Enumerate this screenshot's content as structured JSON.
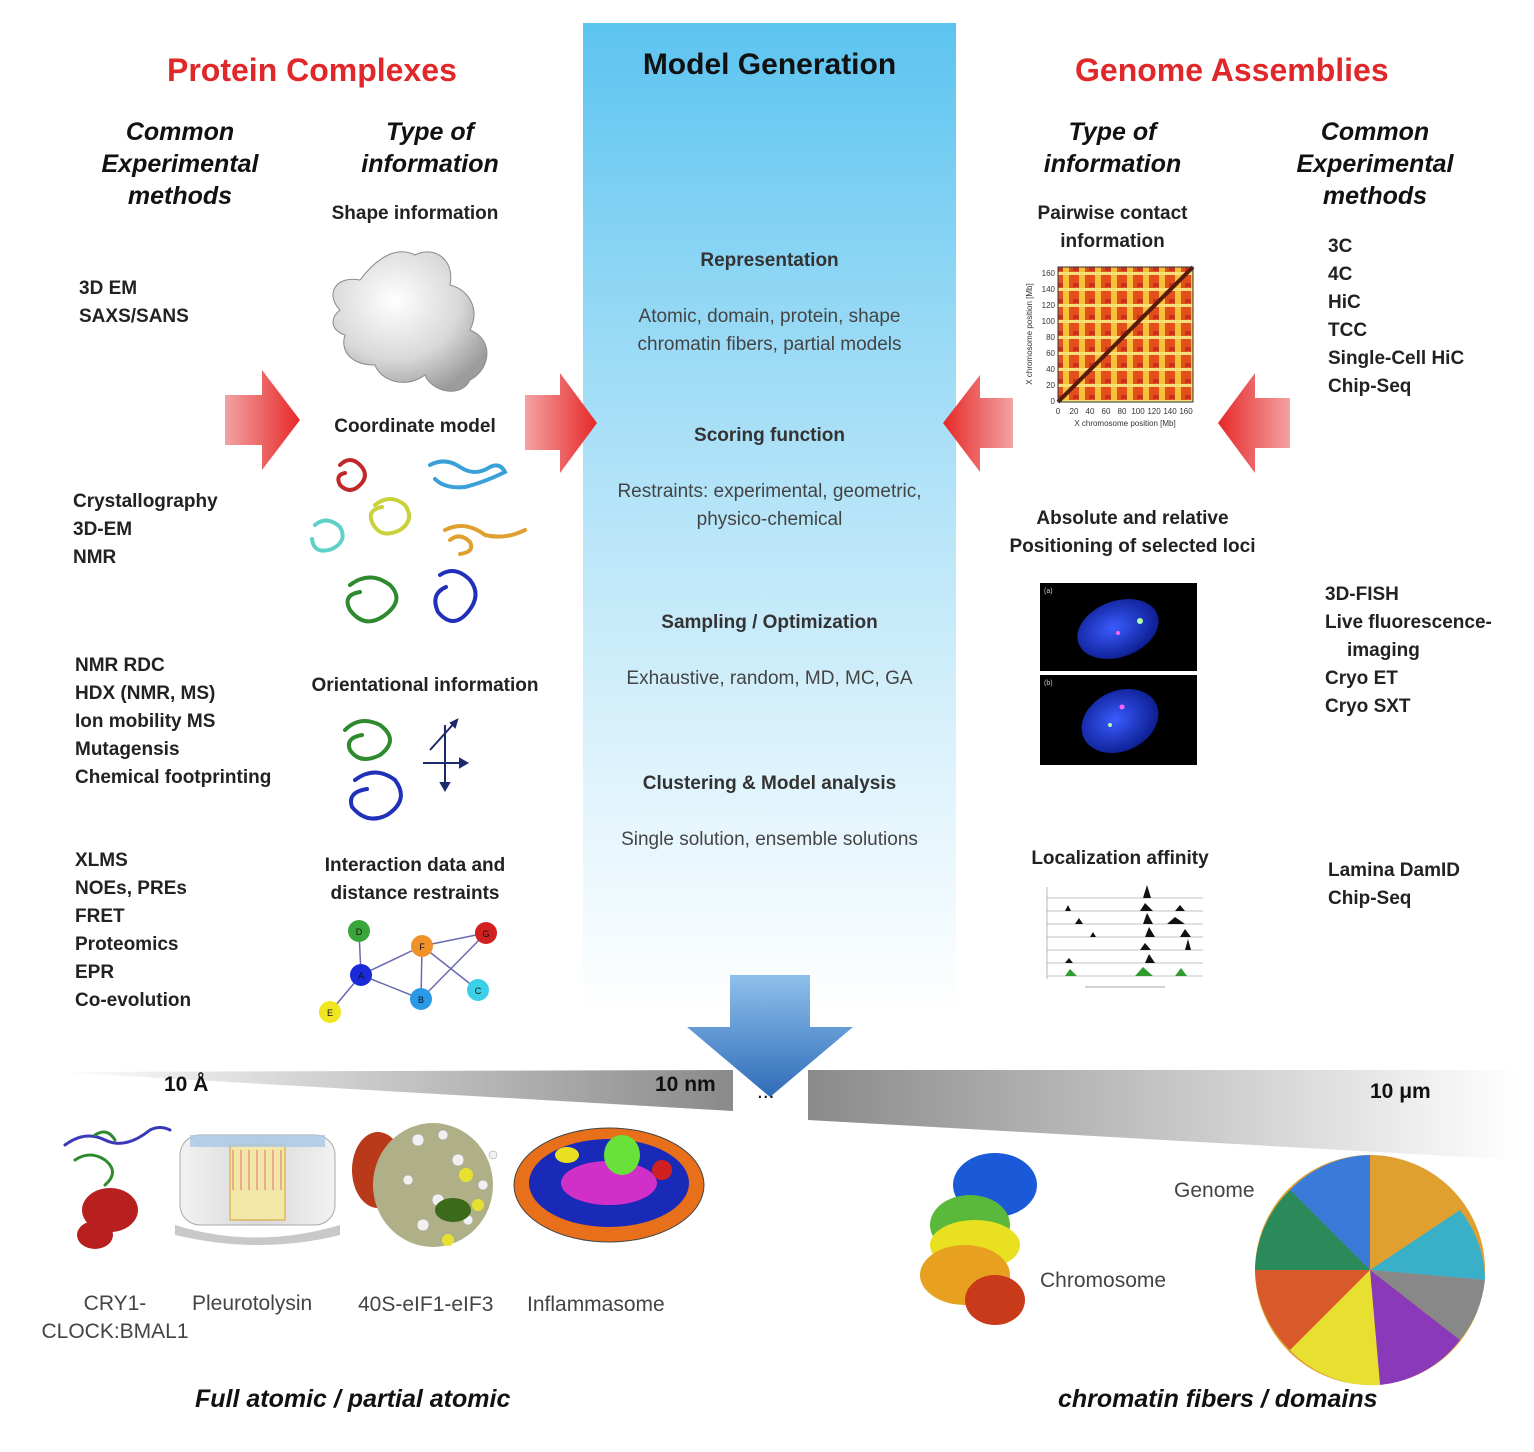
{
  "left": {
    "title": "Protein Complexes",
    "col_methods_head": "Common Experimental methods",
    "col_info_head": "Type of information",
    "groups": [
      {
        "methods": [
          "3D EM",
          "SAXS/SANS"
        ],
        "info": "Shape information"
      },
      {
        "methods": [
          "Crystallography",
          "3D-EM",
          "NMR"
        ],
        "info": "Coordinate model"
      },
      {
        "methods": [
          "NMR RDC",
          "HDX (NMR, MS)",
          "Ion mobility MS",
          "Mutagensis",
          "Chemical footprinting"
        ],
        "info": "Orientational information"
      },
      {
        "methods": [
          "XLMS",
          "NOEs, PREs",
          "FRET",
          "Proteomics",
          "EPR",
          "Co-evolution"
        ],
        "info": "Interaction data and distance restraints"
      }
    ],
    "network_nodes": [
      "D",
      "F",
      "G",
      "A",
      "B",
      "C",
      "E"
    ]
  },
  "center": {
    "title": "Model Generation",
    "steps": [
      {
        "title": "Representation",
        "desc": "Atomic, domain, protein, shape chromatin fibers, partial models"
      },
      {
        "title": "Scoring function",
        "desc": "Restraints: experimental, geometric, physico-chemical"
      },
      {
        "title": "Sampling / Optimization",
        "desc": "Exhaustive, random, MD, MC, GA"
      },
      {
        "title": "Clustering & Model analysis",
        "desc": "Single solution, ensemble solutions"
      }
    ]
  },
  "right": {
    "title": "Genome Assemblies",
    "col_info_head": "Type of information",
    "col_methods_head": "Common Experimental methods",
    "groups": [
      {
        "info": "Pairwise contact information",
        "methods": [
          "3C",
          "4C",
          "HiC",
          "TCC",
          "Single-Cell HiC",
          "Chip-Seq"
        ]
      },
      {
        "info": "Absolute and relative Positioning of selected loci",
        "methods": [
          "3D-FISH",
          "Live fluorescence-",
          "imaging",
          "Cryo ET",
          "Cryo SXT"
        ]
      },
      {
        "info": "Localization affinity",
        "methods": [
          "Lamina DamID",
          "Chip-Seq"
        ]
      }
    ],
    "heatmap": {
      "ylabel": "X chromosome position [Mb]",
      "xlabel": "X chromosome position [Mb]",
      "y_ticks": [
        "160",
        "140",
        "120",
        "100",
        "80",
        "60",
        "40",
        "20",
        "0"
      ],
      "x_ticks": [
        "0",
        "20",
        "40",
        "60",
        "80",
        "100",
        "120",
        "140",
        "160"
      ]
    },
    "fish_panels": [
      "(a)",
      "(b)"
    ]
  },
  "bottom": {
    "scale_labels": [
      "10 Å",
      "10 nm",
      "...",
      "10 μm"
    ],
    "examples": [
      "CRY1-CLOCK:BMAL1",
      "Pleurotolysin",
      "40S-eIF1-eIF3",
      "Inflammasome",
      "Chromosome",
      "Genome"
    ],
    "footer_left": "Full atomic / partial atomic",
    "footer_right": "chromatin fibers / domains"
  },
  "colors": {
    "accent_red": "#e0282a",
    "gradient_top": "#5cc4f0",
    "arrow_blue": "#3f7fc8"
  }
}
